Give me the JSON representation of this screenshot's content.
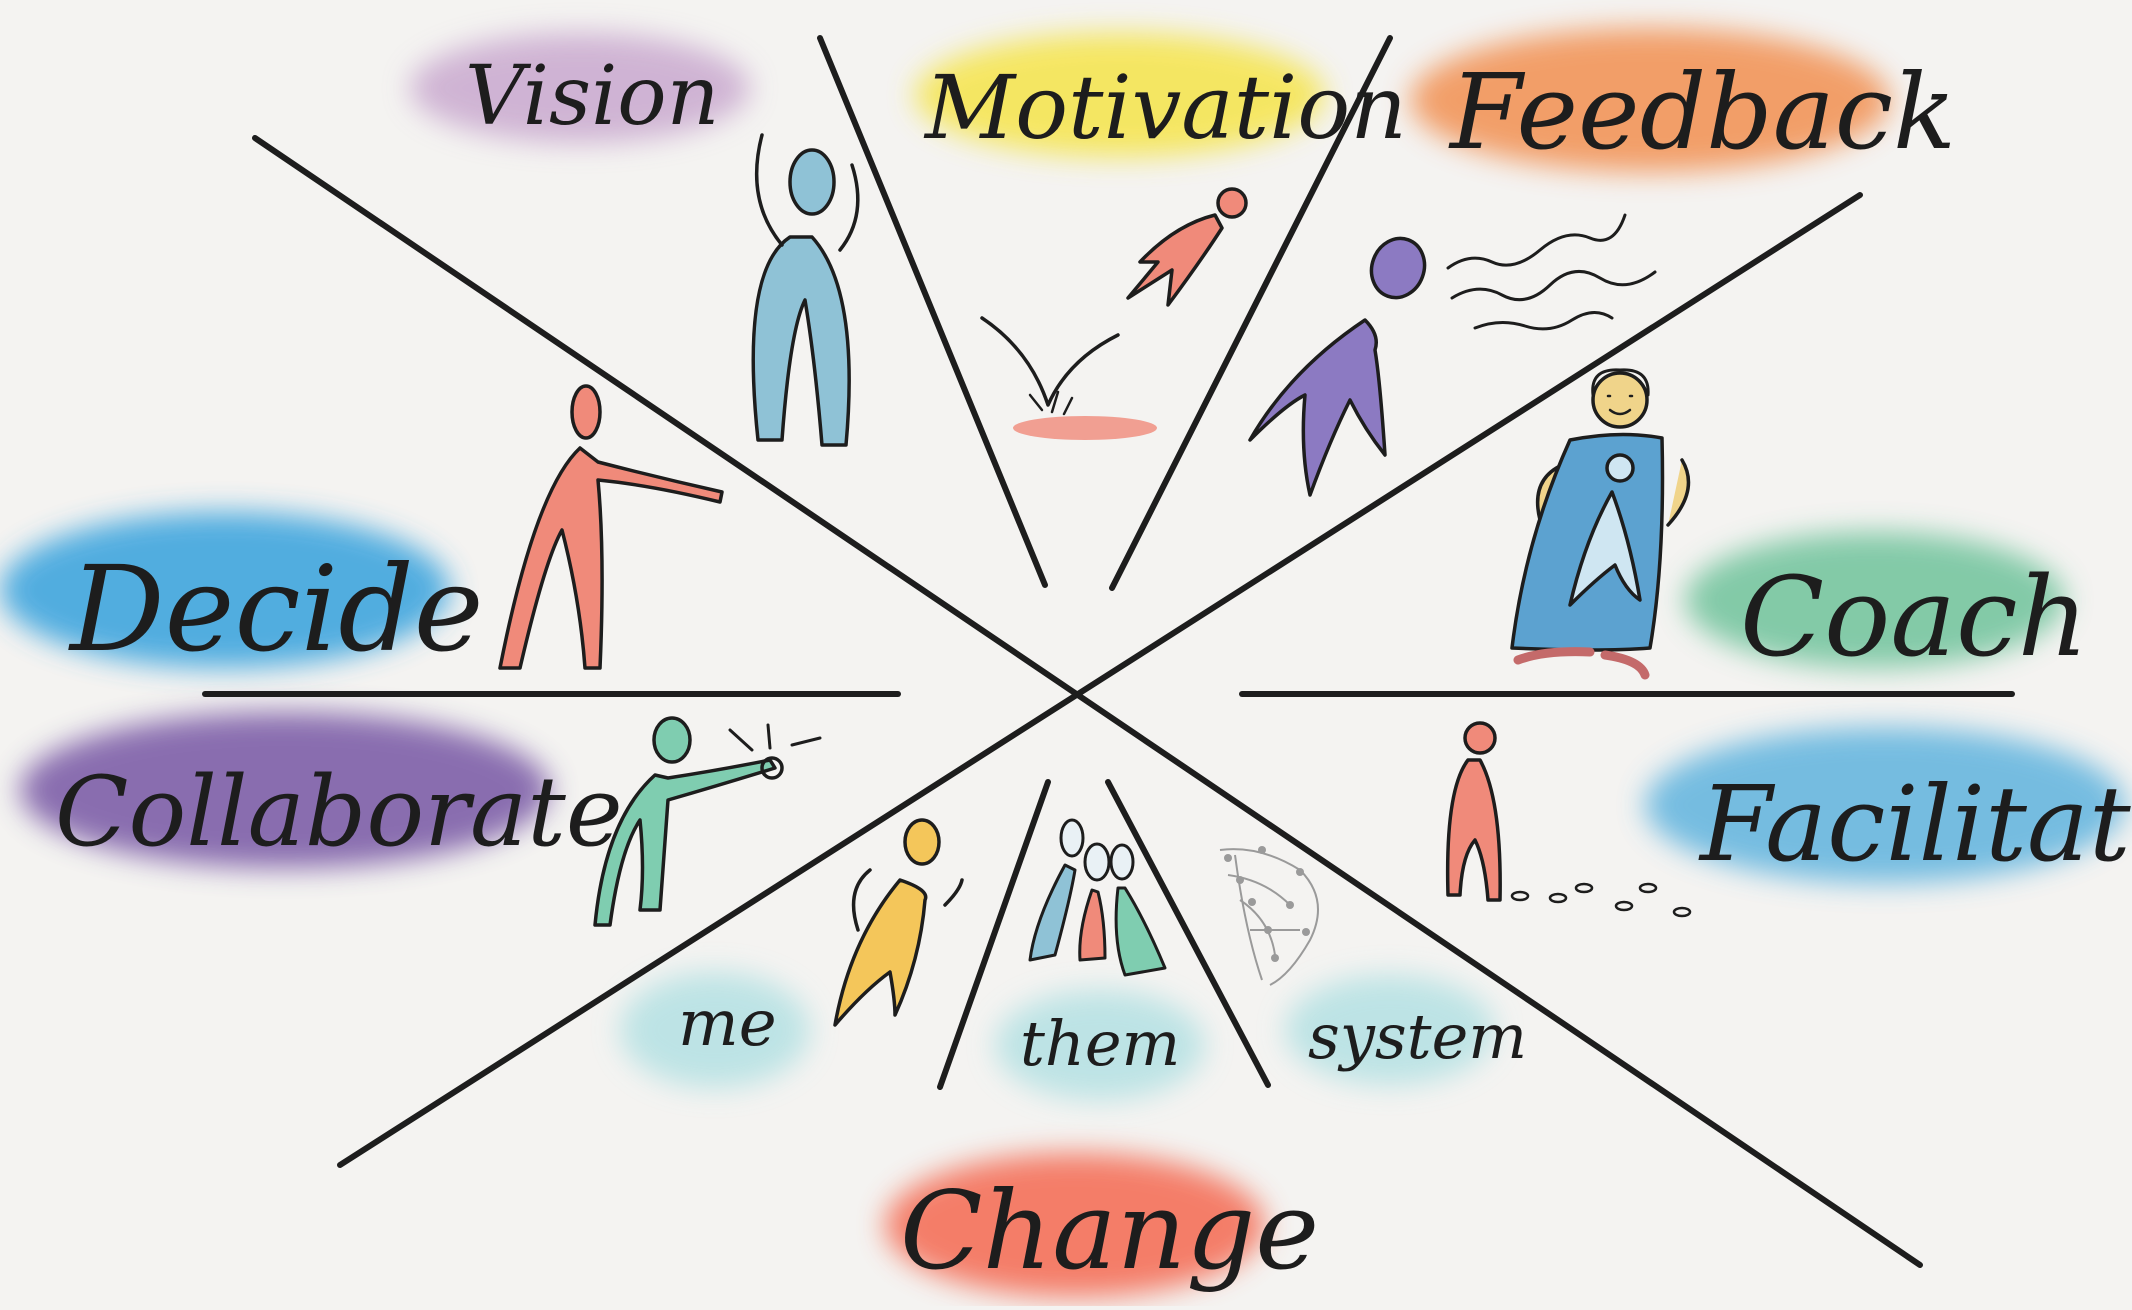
{
  "labels": {
    "vision": "Vision",
    "motivation": "Motivation",
    "feedback": "Feedback",
    "decide": "Decide",
    "coach": "Coach",
    "collaborate": "Collaborate",
    "facilitate": "Facilitate",
    "me": "me",
    "them": "them",
    "system": "system",
    "change": "Change"
  },
  "colors": {
    "background": "#f4f3f1",
    "ink": "#1d1d1d",
    "vision": "#c9a9cf",
    "motivation": "#f5e552",
    "feedback": "#f2955a",
    "decide": "#3fa6de",
    "coach": "#6fc39b",
    "collaborate": "#7e5fa8",
    "facilitate": "#5fb3de",
    "me_them_system": "#b4e1e3",
    "change": "#f4715a"
  }
}
